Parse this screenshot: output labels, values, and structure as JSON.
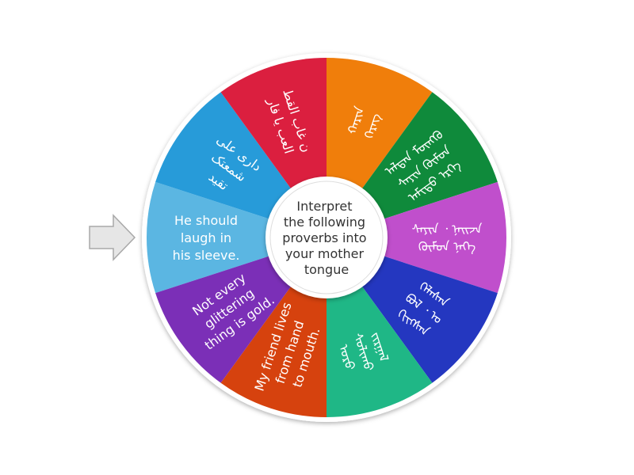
{
  "wheel": {
    "center_text": [
      "Interpret",
      "the following",
      "proverbs into",
      "your mother",
      "tongue"
    ],
    "segments": [
      {
        "lines": [
          "He should",
          "laugh in",
          "his sleeve."
        ],
        "color": "#5BB6E2"
      },
      {
        "lines": [
          "داری علی",
          "شمعتک",
          "تقید"
        ],
        "color": "#279BD9"
      },
      {
        "lines": [
          "ن غاب القط",
          "العب یا فار"
        ],
        "color": "#DB1F3F"
      },
      {
        "lines": [
          "ᠬᠠᠷᠢᠨ",
          "ᠬᠡᠷᠡᠭ"
        ],
        "color": "#F07E0B"
      },
      {
        "lines": [
          "ᠠᠯᠲᠠᠨ ᠮᠥᠩᠭᠦ",
          "ᠰᠠᠶᠢᠨ ᠬᠦᠮᠦᠨ",
          "ᠠᠮᠢᠳᠤ ᠡᠷᠬᠡ"
        ],
        "color": "#0F8A3B"
      },
      {
        "lines": [
          "ᠰᠠᠶᠢᠨ ᠂ ᠨᠠᠢᠵᠠ",
          "ᠬᠦᠮᠦᠨ ᠨᠡᠭᠡ"
        ],
        "color": "#C04FCC"
      },
      {
        "lines": [
          "ᠬᠡᠯᠡᠰᠡᠨ",
          "ᠪᠣᠯ ᠂ ᠤ",
          "ᠬᠢᠢᠭᠰᠡᠨ"
        ],
        "color": "#2437C0"
      },
      {
        "lines": [
          "ᠵᠢᠷᠭᠠᠯ",
          "ᠰᠣᠯᠢᠬᠤ",
          "ᠤᠷᠤ"
        ],
        "color": "#1FB786"
      },
      {
        "lines": [
          "My friend lives",
          "from hand",
          "to mouth."
        ],
        "color": "#D6420E"
      },
      {
        "lines": [
          "Not every",
          "glittering",
          "thing is gold."
        ],
        "color": "#7B2FB7"
      }
    ]
  },
  "pointer": {
    "icon": "arrow-right-icon",
    "color": "#E6E6E6"
  }
}
